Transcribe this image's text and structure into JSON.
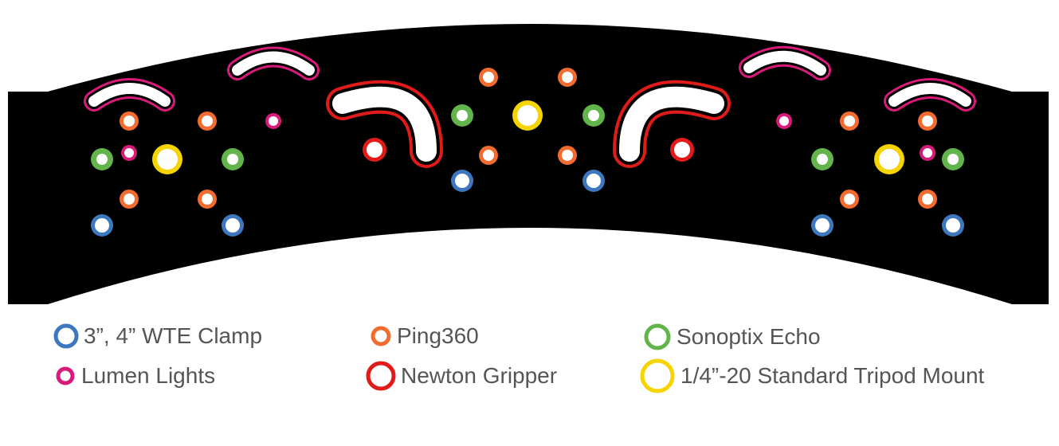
{
  "colors": {
    "plate": "#000000",
    "hole": "#ffffff",
    "wte_clamp": "#3d78be",
    "ping360": "#f26b2f",
    "sonoptix_echo": "#62b54a",
    "lumen_lights": "#d81b7a",
    "newton_gripper": "#e11a1a",
    "tripod_mount": "#f5d400",
    "legend_text": "#555555"
  },
  "legend": [
    {
      "key": "wte_clamp",
      "label": "3”, 4” WTE Clamp",
      "icon": "blue-ring-icon"
    },
    {
      "key": "ping360",
      "label": "Ping360",
      "icon": "orange-ring-icon"
    },
    {
      "key": "sonoptix_echo",
      "label": "Sonoptix Echo",
      "icon": "green-ring-icon"
    },
    {
      "key": "lumen_lights",
      "label": "Lumen Lights",
      "icon": "magenta-ring-icon"
    },
    {
      "key": "newton_gripper",
      "label": "Newton Gripper",
      "icon": "red-ring-icon"
    },
    {
      "key": "tripod_mount",
      "label": "1/4”-20 Standard Tripod Mount",
      "icon": "yellow-ring-icon"
    }
  ]
}
